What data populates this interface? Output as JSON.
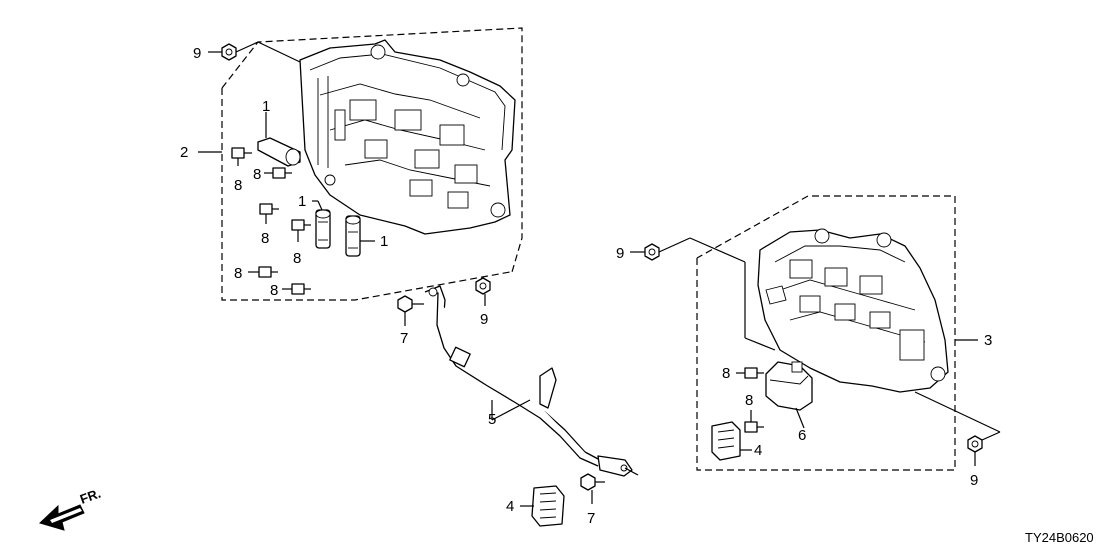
{
  "callouts": {
    "c1_top": "1",
    "c1_mid": "1",
    "c1_right": "1",
    "c2": "2",
    "c3": "3",
    "c4_bottom": "4",
    "c4_right": "4",
    "c5": "5",
    "c6": "6",
    "c7_left": "7",
    "c7_bottom": "7",
    "c8_a": "8",
    "c8_b": "8",
    "c8_c": "8",
    "c8_d": "8",
    "c8_e": "8",
    "c8_f": "8",
    "c8_g": "8",
    "c8_h": "8",
    "c9_topleft": "9",
    "c9_mid": "9",
    "c9_right_top": "9",
    "c9_right_bottom": "9"
  },
  "front_arrow_label": "FR.",
  "diagram_code": "TY24B0620",
  "icons": {
    "front_arrow": "front-direction-arrow-icon"
  }
}
